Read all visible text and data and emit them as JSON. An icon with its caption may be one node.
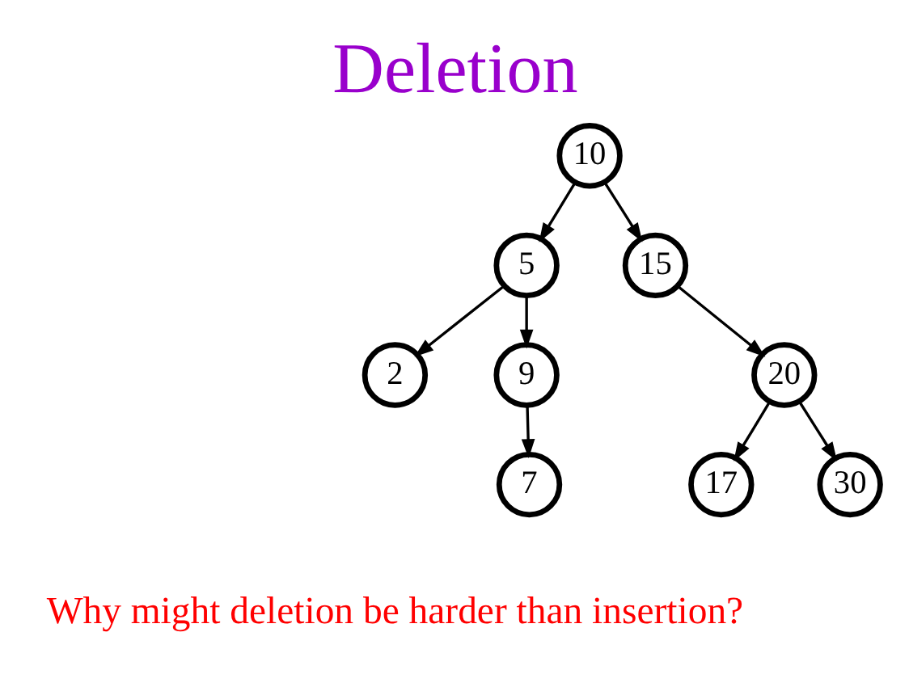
{
  "diagram": {
    "title": "Deletion",
    "caption": "Why might deletion be harder than insertion?",
    "nodes": [
      {
        "text": [
          "10"
        ]
      },
      {
        "text": [
          "5"
        ]
      },
      {
        "text": [
          "15"
        ]
      },
      {
        "text": [
          "2"
        ]
      },
      {
        "text": [
          "9"
        ]
      },
      {
        "text": [
          "20"
        ]
      },
      {
        "text": [
          "7"
        ]
      },
      {
        "text": [
          "17"
        ]
      },
      {
        "text": [
          "30"
        ]
      }
    ],
    "edges": [
      {
        "from": 0,
        "to": 1,
        "arrow": "to"
      },
      {
        "from": 0,
        "to": 2,
        "arrow": "to"
      },
      {
        "from": 1,
        "to": 3,
        "arrow": "to"
      },
      {
        "from": 1,
        "to": 4,
        "arrow": "to"
      },
      {
        "from": 4,
        "to": 6,
        "arrow": "to"
      },
      {
        "from": 2,
        "to": 5,
        "arrow": "to"
      },
      {
        "from": 5,
        "to": 7,
        "arrow": "to"
      },
      {
        "from": 5,
        "to": 8,
        "arrow": "to"
      }
    ]
  }
}
